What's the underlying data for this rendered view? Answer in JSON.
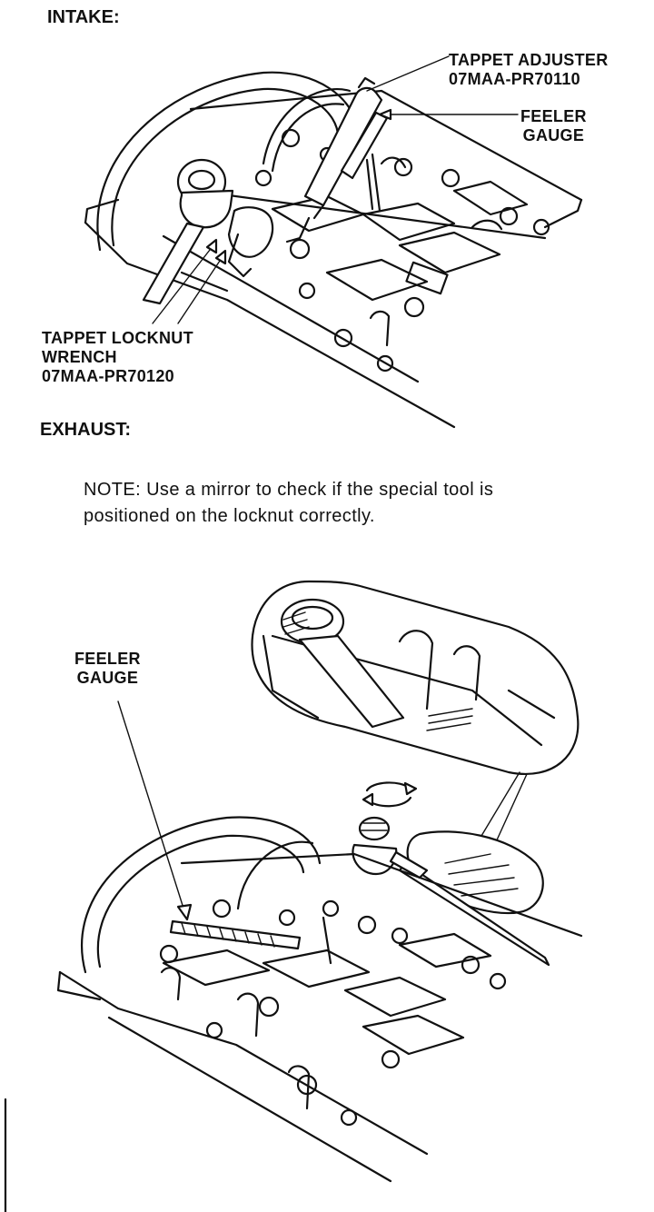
{
  "intake": {
    "heading": "INTAKE:",
    "tappet_adjuster": {
      "line1": "TAPPET ADJUSTER",
      "line2": "07MAA-PR70110"
    },
    "feeler_gauge": {
      "line1": "FEELER",
      "line2": "GAUGE"
    },
    "tappet_locknut_wrench": {
      "line1": "TAPPET LOCKNUT",
      "line2": "WRENCH",
      "line3": "07MAA-PR70120"
    }
  },
  "exhaust": {
    "heading": "EXHAUST:",
    "note": {
      "line1": "NOTE:  Use a mirror to check if the special tool is",
      "line2": "positioned on the locknut correctly."
    },
    "feeler_gauge": {
      "line1": "FEELER",
      "line2": "GAUGE"
    }
  }
}
